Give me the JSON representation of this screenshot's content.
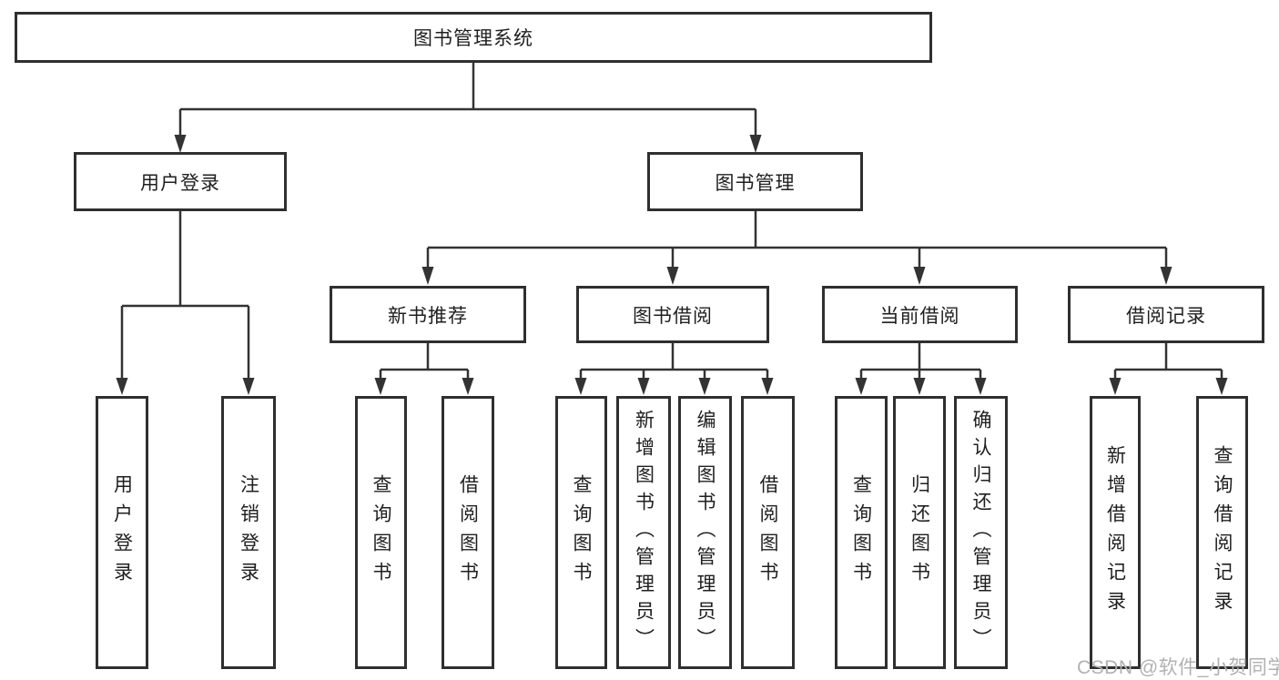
{
  "root": {
    "label": "图书管理系统"
  },
  "branches": [
    {
      "label": "用户登录",
      "children": [
        {
          "label": "用户登录"
        },
        {
          "label": "注销登录"
        }
      ]
    },
    {
      "label": "图书管理",
      "children": [
        {
          "label": "新书推荐",
          "children": [
            {
              "label": "查询图书"
            },
            {
              "label": "借阅图书"
            }
          ]
        },
        {
          "label": "图书借阅",
          "children": [
            {
              "label": "查询图书"
            },
            {
              "label": "新增图书（管理员）"
            },
            {
              "label": "编辑图书（管理员）"
            },
            {
              "label": "借阅图书"
            }
          ]
        },
        {
          "label": "当前借阅",
          "children": [
            {
              "label": "查询图书"
            },
            {
              "label": "归还图书"
            },
            {
              "label": "确认归还（管理员）"
            }
          ]
        },
        {
          "label": "借阅记录",
          "children": [
            {
              "label": "新增借阅记录"
            },
            {
              "label": "查询借阅记录"
            }
          ]
        }
      ]
    }
  ],
  "watermark": {
    "text": "CSDN @软件_小贺同学"
  },
  "colors": {
    "line": "#333333",
    "border": "#2f2f2f",
    "text": "#1f1f1f",
    "watermark": "#b1b1b1"
  }
}
